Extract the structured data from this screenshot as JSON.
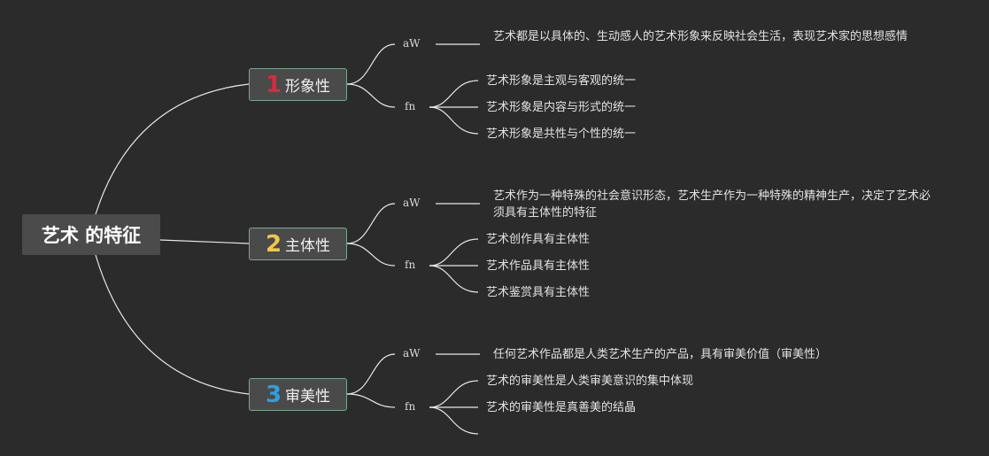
{
  "root": {
    "title": "艺术 的特征"
  },
  "branches": [
    {
      "number": "1",
      "number_color": "#d82b3c",
      "label": "形象性",
      "aw_tag": "aW",
      "aw_text": "艺术都是以具体的、生动感人的艺术形象来反映社会生活，表现艺术家的思想感情",
      "fn_tag": "fn",
      "fn_items": [
        "艺术形象是主观与客观的统一",
        "艺术形象是内容与形式的统一",
        "艺术形象是共性与个性的统一"
      ]
    },
    {
      "number": "2",
      "number_color": "#f1c84a",
      "label": "主体性",
      "aw_tag": "aW",
      "aw_text": "艺术作为一种特殊的社会意识形态，艺术生产作为一种特殊的精神生产，决定了艺术必须具有主体性的特征",
      "fn_tag": "fn",
      "fn_items": [
        "艺术创作具有主体性",
        "艺术作品具有主体性",
        "艺术鉴赏具有主体性"
      ]
    },
    {
      "number": "3",
      "number_color": "#2e9fe0",
      "label": "审美性",
      "aw_tag": "aW",
      "aw_text": "任何艺术作品都是人类艺术生产的产品，具有审美价值（审美性）",
      "fn_tag": "fn",
      "fn_items": [
        "艺术的审美性是人类审美意识的集中体现",
        "艺术的审美性是真善美的结晶",
        ""
      ]
    }
  ]
}
